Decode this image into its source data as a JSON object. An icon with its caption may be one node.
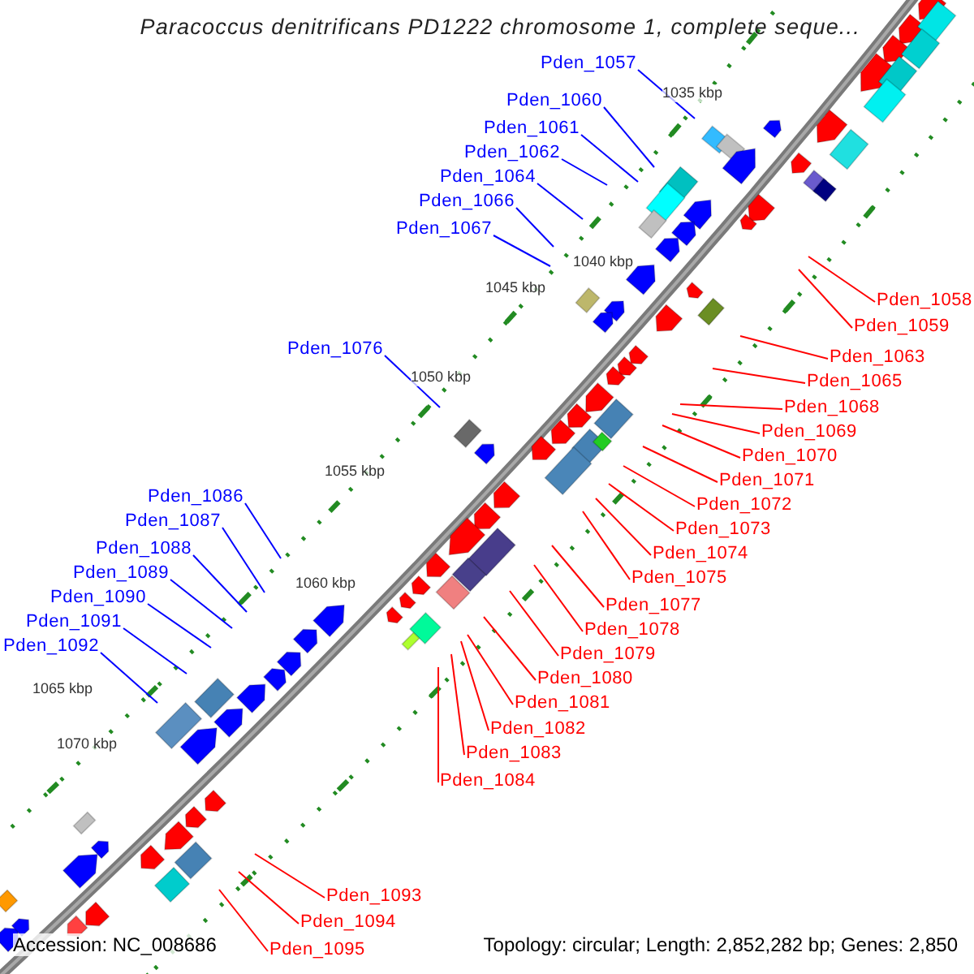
{
  "diagram": {
    "title": "Paracoccus denitrificans PD1222 chromosome 1, complete seque...",
    "nodes": [
      {
        "text": [
          "Pden_1057"
        ]
      },
      {
        "text": [
          "Pden_1058"
        ]
      },
      {
        "text": [
          "Pden_1059"
        ]
      },
      {
        "text": [
          "Pden_1060"
        ]
      },
      {
        "text": [
          "Pden_1061"
        ]
      },
      {
        "text": [
          "Pden_1062"
        ]
      },
      {
        "text": [
          "Pden_1063"
        ]
      },
      {
        "text": [
          "Pden_1064"
        ]
      },
      {
        "text": [
          "Pden_1065"
        ]
      },
      {
        "text": [
          "Pden_1066"
        ]
      },
      {
        "text": [
          "Pden_1067"
        ]
      },
      {
        "text": [
          "Pden_1068"
        ]
      },
      {
        "text": [
          "Pden_1069"
        ]
      },
      {
        "text": [
          "Pden_1070"
        ]
      },
      {
        "text": [
          "Pden_1071"
        ]
      },
      {
        "text": [
          "Pden_1072"
        ]
      },
      {
        "text": [
          "Pden_1073"
        ]
      },
      {
        "text": [
          "Pden_1074"
        ]
      },
      {
        "text": [
          "Pden_1075"
        ]
      },
      {
        "text": [
          "Pden_1076"
        ]
      },
      {
        "text": [
          "Pden_1077"
        ]
      },
      {
        "text": [
          "Pden_1078"
        ]
      },
      {
        "text": [
          "Pden_1079"
        ]
      },
      {
        "text": [
          "Pden_1080"
        ]
      },
      {
        "text": [
          "Pden_1081"
        ]
      },
      {
        "text": [
          "Pden_1082"
        ]
      },
      {
        "text": [
          "Pden_1083"
        ]
      },
      {
        "text": [
          "Pden_1084"
        ]
      },
      {
        "text": [
          "Pden_1086"
        ]
      },
      {
        "text": [
          "Pden_1087"
        ]
      },
      {
        "text": [
          "Pden_1088"
        ]
      },
      {
        "text": [
          "Pden_1089"
        ]
      },
      {
        "text": [
          "Pden_1090"
        ]
      },
      {
        "text": [
          "Pden_1091"
        ]
      },
      {
        "text": [
          "Pden_1092"
        ]
      },
      {
        "text": [
          "Pden_1093"
        ]
      },
      {
        "text": [
          "Pden_1094"
        ]
      },
      {
        "text": [
          "Pden_1095"
        ]
      }
    ],
    "edges": [
      {
        "from": 0,
        "to": null,
        "arrow": "none",
        "color": "#0000ff"
      },
      {
        "from": 1,
        "to": null,
        "arrow": "none"
      },
      {
        "from": 2,
        "to": null,
        "arrow": "none"
      },
      {
        "from": 3,
        "to": null,
        "arrow": "none",
        "color": "#0000ff"
      },
      {
        "from": 4,
        "to": null,
        "arrow": "none",
        "color": "#0000ff"
      },
      {
        "from": 5,
        "to": null,
        "arrow": "none",
        "color": "#0000ff"
      },
      {
        "from": 6,
        "to": null,
        "arrow": "none"
      },
      {
        "from": 7,
        "to": null,
        "arrow": "none",
        "color": "#0000ff"
      },
      {
        "from": 8,
        "to": null,
        "arrow": "none"
      },
      {
        "from": 9,
        "to": null,
        "arrow": "none",
        "color": "#0000ff"
      },
      {
        "from": 10,
        "to": null,
        "arrow": "none",
        "color": "#0000ff"
      },
      {
        "from": 11,
        "to": null,
        "arrow": "none"
      },
      {
        "from": 12,
        "to": null,
        "arrow": "none"
      },
      {
        "from": 13,
        "to": null,
        "arrow": "none"
      },
      {
        "from": 14,
        "to": null,
        "arrow": "none"
      },
      {
        "from": 15,
        "to": null,
        "arrow": "none"
      },
      {
        "from": 16,
        "to": null,
        "arrow": "none"
      },
      {
        "from": 17,
        "to": null,
        "arrow": "none"
      },
      {
        "from": 18,
        "to": null,
        "arrow": "none"
      },
      {
        "from": 19,
        "to": null,
        "arrow": "none",
        "color": "#0000ff"
      },
      {
        "from": 20,
        "to": null,
        "arrow": "none"
      },
      {
        "from": 21,
        "to": null,
        "arrow": "none"
      },
      {
        "from": 22,
        "to": null,
        "arrow": "none"
      },
      {
        "from": 23,
        "to": null,
        "arrow": "none"
      },
      {
        "from": 24,
        "to": null,
        "arrow": "none"
      },
      {
        "from": 25,
        "to": null,
        "arrow": "none"
      },
      {
        "from": 26,
        "to": null,
        "arrow": "none"
      },
      {
        "from": 27,
        "to": null,
        "arrow": "none"
      },
      {
        "from": 28,
        "to": null,
        "arrow": "none",
        "color": "#0000ff"
      },
      {
        "from": 29,
        "to": null,
        "arrow": "none",
        "color": "#0000ff"
      },
      {
        "from": 30,
        "to": null,
        "arrow": "none",
        "color": "#0000ff"
      },
      {
        "from": 31,
        "to": null,
        "arrow": "none",
        "color": "#0000ff"
      },
      {
        "from": 32,
        "to": null,
        "arrow": "none",
        "color": "#0000ff"
      },
      {
        "from": 33,
        "to": null,
        "arrow": "none",
        "color": "#0000ff"
      },
      {
        "from": 34,
        "to": null,
        "arrow": "none",
        "color": "#0000ff"
      },
      {
        "from": 35,
        "to": null,
        "arrow": "none"
      },
      {
        "from": 36,
        "to": null,
        "arrow": "none"
      },
      {
        "from": 37,
        "to": null,
        "arrow": "none"
      }
    ],
    "labels": [
      "1035 kbp",
      "1040 kbp",
      "1045 kbp",
      "1050 kbp",
      "1055 kbp",
      "1060 kbp",
      "1065 kbp",
      "1070 kbp",
      "Accession: NC_008686",
      "Topology: circular; Length: 2,852,282 bp; Genes: 2,850"
    ]
  }
}
